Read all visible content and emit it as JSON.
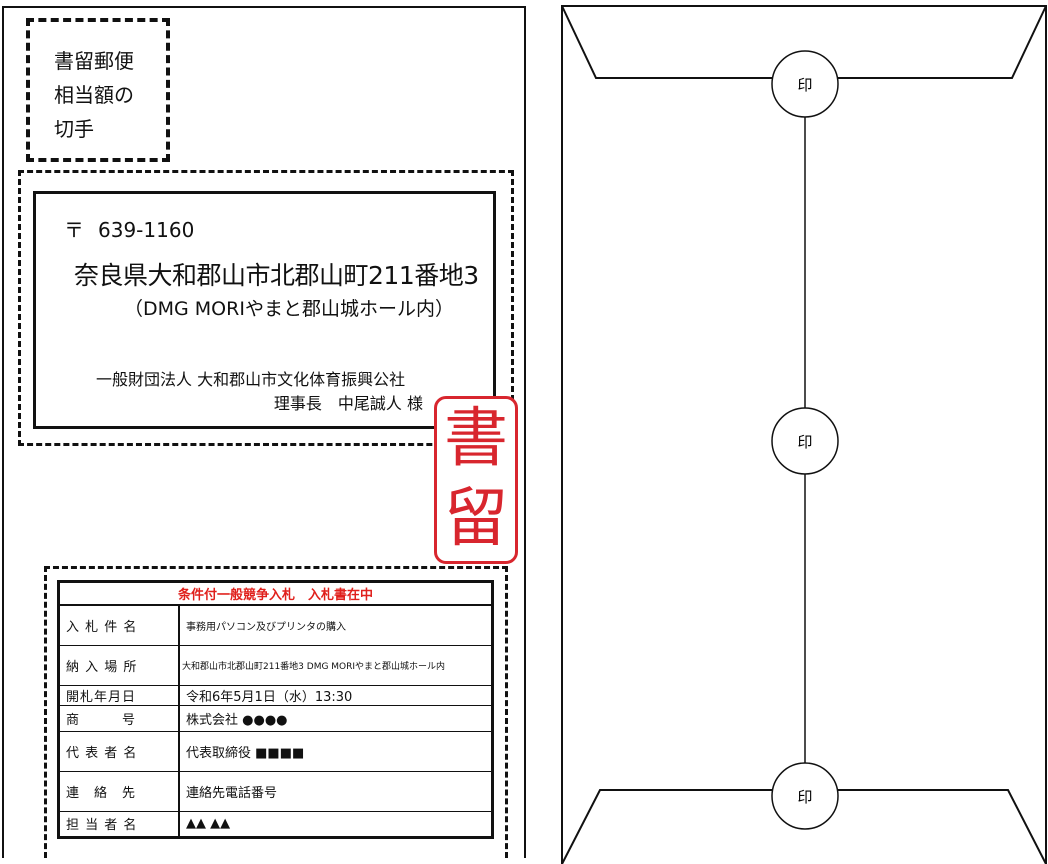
{
  "stamp_box": {
    "lines": [
      "書留郵便",
      "相当額の",
      "切手"
    ]
  },
  "address": {
    "postal_mark": "〒",
    "postal_code": "639-1160",
    "line1": "奈良県大和郡山市北郡山町211番地3",
    "line2": "（DMG MORIやまと郡山城ホール内）",
    "organization": "一般財団法人 大和郡山市文化体育振興公社",
    "recipient": "理事長　中尾誠人 様"
  },
  "registered_mark": {
    "char1": "書",
    "char2": "留",
    "color": "#d8262e"
  },
  "bid_table": {
    "header": "条件付一般競争入札　入札書在中",
    "header_color": "#e0201c",
    "rows": [
      {
        "label": "入 札 件 名",
        "value": "事務用パソコン及びプリンタの購入"
      },
      {
        "label": "納 入 場 所",
        "value": "大和郡山市北郡山町211番地3 DMG MORIやまと郡山城ホール内"
      },
      {
        "label": "開札年月日",
        "value": "令和6年5月1日（水）13:30"
      },
      {
        "label": "商　　　号",
        "value": "株式会社 ●●●●"
      },
      {
        "label": "代 表 者 名",
        "value": "代表取締役 ■■■■"
      },
      {
        "label": "連　絡　先",
        "value": "連絡先電話番号"
      },
      {
        "label": "担 当 者 名",
        "value": "▲▲ ▲▲"
      }
    ]
  },
  "seals": {
    "top": "印",
    "middle": "印",
    "bottom": "印"
  }
}
